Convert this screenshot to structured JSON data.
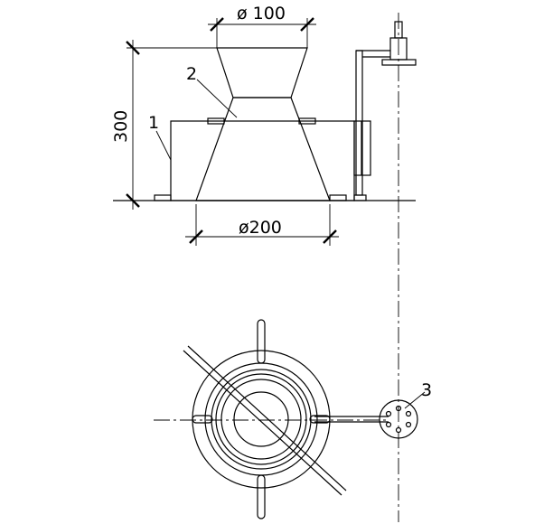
{
  "dimensions": {
    "top_diameter": "ø 100",
    "bottom_diameter": "ø200",
    "height": "300"
  },
  "callouts": {
    "part1": "1",
    "part2": "2",
    "part3": "3"
  },
  "colors": {
    "line": "#000000",
    "background": "#ffffff"
  }
}
